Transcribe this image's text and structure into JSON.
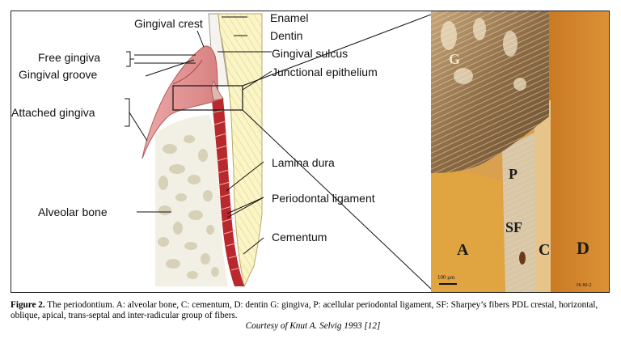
{
  "labels": {
    "gingival_crest": "Gingival crest",
    "enamel": "Enamel",
    "dentin": "Dentin",
    "free_gingiva": "Free gingiva",
    "gingival_groove": "Gingival groove",
    "gingival_sulcus": "Gingival sulcus",
    "junctional_epithelium": "Junctional epithelium",
    "attached_gingiva": "Attached gingiva",
    "lamina_dura": "Lamina dura",
    "alveolar_bone": "Alveolar bone",
    "periodontal_ligament": "Periodontal ligament",
    "cementum": "Cementum"
  },
  "micrograph": {
    "G": "G",
    "P": "P",
    "SF": "SF",
    "A": "A",
    "C": "C",
    "D": "D",
    "scale": "100 μm",
    "code": "Hi 80-2"
  },
  "caption": {
    "figure_label": "Figure 2.",
    "text": "The periodontium. A: alveolar bone, C: cementum, D: dentin G: gingiva, P: acellular periodontal ligament, SF: Sharpey’s fibers PDL crestal, horizontal, oblique, apical, trans-septal and inter-radicular group of fibers.",
    "courtesy": "Courtesy of Knut A. Selvig 1993 [12]"
  },
  "colors": {
    "gingiva": "#e8a0a0",
    "gingiva_dark": "#c56868",
    "pdl": "#b8282c",
    "dentin": "#fbf5c6",
    "bone": "#f2efe4",
    "bone_spots": "#d7d1b7",
    "micro_dentin": "#d78a2c",
    "micro_bone": "#e0a540"
  }
}
